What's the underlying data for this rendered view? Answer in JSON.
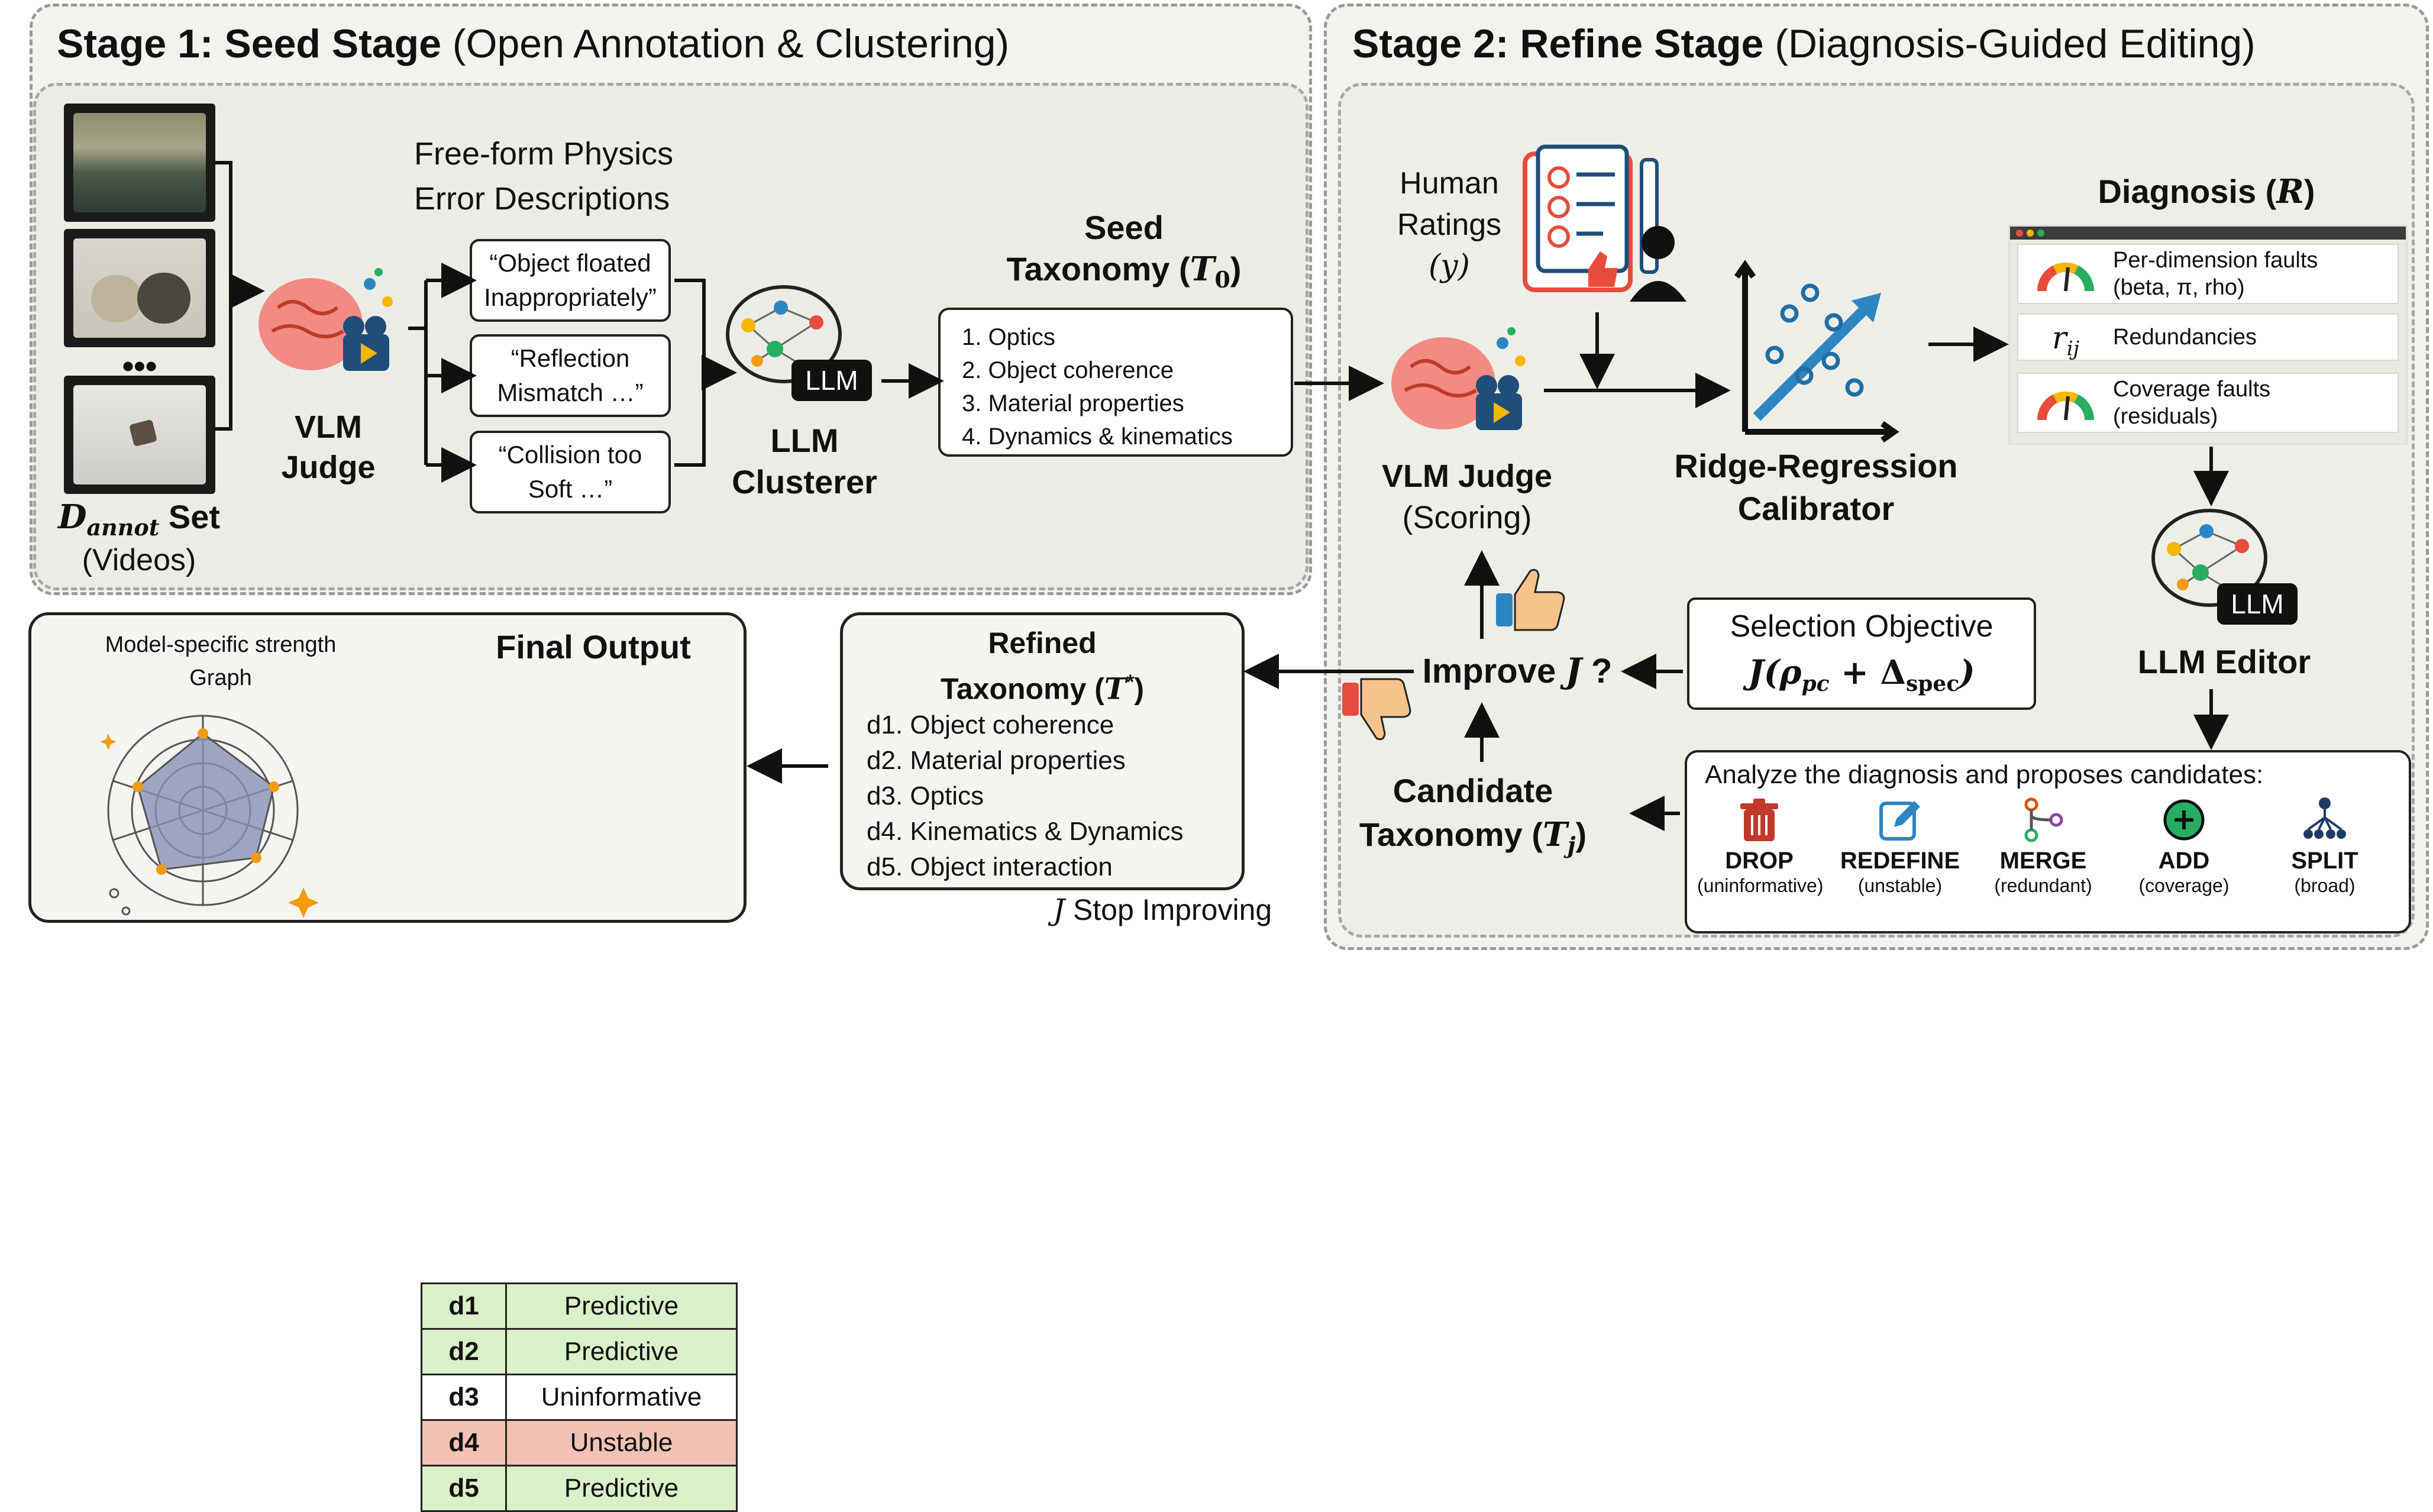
{
  "stage1": {
    "title_bold": "Stage 1: Seed Stage",
    "title_rest": " (Open Annotation & Clustering)",
    "dannot_label": "Set",
    "dannot_var_main": "D",
    "dannot_var_sub": "annot",
    "videos_label": "(Videos)",
    "ellipsis": "•••",
    "free_form_line1": "Free-form Physics",
    "free_form_line2": "Error Descriptions",
    "vlm_judge_line1": "VLM",
    "vlm_judge_line2": "Judge",
    "quotes": [
      {
        "line1": "“Object floated",
        "line2": "Inappropriately”"
      },
      {
        "line1": "“Reflection",
        "line2": "Mismatch …”"
      },
      {
        "line1": "“Collision too",
        "line2": "Soft …”"
      }
    ],
    "llm_badge": "LLM",
    "clusterer_line1": "LLM",
    "clusterer_line2": "Clusterer",
    "seed_line1": "Seed",
    "seed_line2": "Taxonomy (",
    "seed_var_main": "T",
    "seed_var_sub": "0",
    "seed_close": ")",
    "seed_items": [
      "1.   Optics",
      "2.   Object  coherence",
      "3.   Material properties",
      "4.   Dynamics & kinematics"
    ]
  },
  "stage2": {
    "title_bold": "Stage 2: Refine Stage",
    "title_rest": " (Diagnosis-Guided Editing)",
    "human_line1": "Human",
    "human_line2": "Ratings",
    "human_var": "(y)",
    "vlm_judge_line1": "VLM Judge",
    "vlm_judge_line2": "(Scoring)",
    "ridge_line1": "Ridge-Regression",
    "ridge_line2": "Calibrator",
    "diagnosis_title": "Diagnosis (",
    "diagnosis_var": "R",
    "diagnosis_close": ")",
    "diag_rows": [
      {
        "line1": "Per-dimension faults",
        "line2": "(beta, π, rho)"
      },
      {
        "line1": "Redundancies",
        "line2": ""
      },
      {
        "line1": "Coverage faults",
        "line2": "(residuals)"
      }
    ],
    "rij_main": "r",
    "rij_sub": "ij",
    "llm_badge": "LLM",
    "llm_editor": "LLM Editor",
    "selection_title": "Selection Objective",
    "selection_formula": "J(ρ",
    "selection_sub1": "pc",
    "selection_mid": " + Δ",
    "selection_sub2": "spec",
    "selection_close": ")",
    "improve_label": "Improve ",
    "improve_var": "J",
    "improve_q": " ?",
    "candidate_line1": "Candidate",
    "candidate_line2": "Taxonomy (",
    "candidate_var_main": "T",
    "candidate_var_sub": "j",
    "candidate_close": ")",
    "analyze_text": "Analyze the diagnosis and proposes candidates:",
    "ops": [
      {
        "name": "DROP",
        "sub": "(uninformative)",
        "icon": "trash-icon",
        "color": "#c0392b"
      },
      {
        "name": "REDEFINE",
        "sub": "(unstable)",
        "icon": "edit-icon",
        "color": "#2e86c1"
      },
      {
        "name": "MERGE",
        "sub": "(redundant)",
        "icon": "merge-icon",
        "color": "#d35400"
      },
      {
        "name": "ADD",
        "sub": "(coverage)",
        "icon": "plus-circle-icon",
        "color": "#27ae60"
      },
      {
        "name": "SPLIT",
        "sub": "(broad)",
        "icon": "split-icon",
        "color": "#1f3b66"
      }
    ]
  },
  "refined": {
    "line1": "Refined",
    "line2": "Taxonomy (",
    "var_main": "T",
    "var_sup": "*",
    "close": ")",
    "items": [
      "d1. Object coherence",
      "d2. Material properties",
      "d3. Optics",
      "d4. Kinematics & Dynamics",
      "d5. Object interaction"
    ],
    "stop_var": "J",
    "stop_text": " Stop Improving"
  },
  "final": {
    "radar_line1": "Model-specific strength",
    "radar_line2": "Graph",
    "title": "Final Output",
    "rows": [
      {
        "key": "d1",
        "value": "Predictive",
        "color": "#d9f0c8"
      },
      {
        "key": "d2",
        "value": "Predictive",
        "color": "#d9f0c8"
      },
      {
        "key": "d3",
        "value": "Uninformative",
        "color": "#ffffff"
      },
      {
        "key": "d4",
        "value": "Unstable",
        "color": "#f2c2b4"
      },
      {
        "key": "d5",
        "value": "Predictive",
        "color": "#d9f0c8"
      }
    ]
  }
}
